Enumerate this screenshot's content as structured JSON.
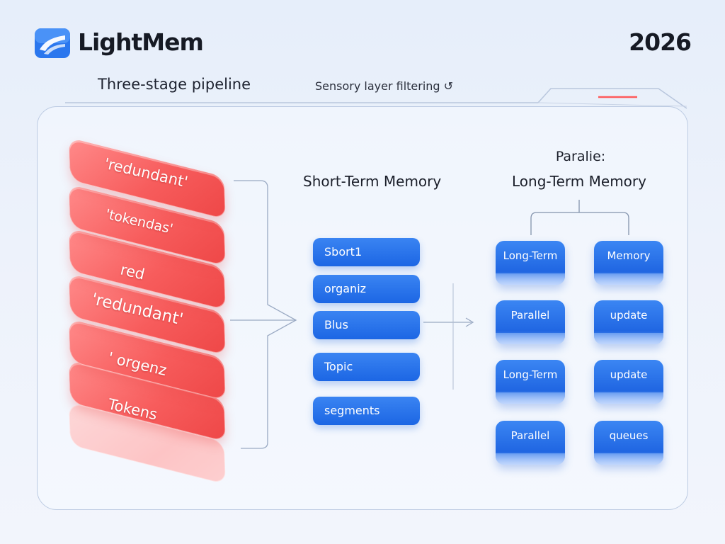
{
  "header": {
    "brand": "LightMem",
    "year": "2026",
    "logo_icon": "lightmem-logo-icon",
    "subtitle": "Three-stage pipeline",
    "stage_note": "Sensory layer filtering ↺"
  },
  "colors": {
    "token_red": "#f75c5c",
    "memory_blue": "#1f6ae6",
    "panel_border": "#bccbe2",
    "accent_line": "#ff5a5a"
  },
  "sensory": {
    "tokens": [
      "'redundant'",
      "'tokendas'",
      "red",
      "'redundant'",
      "' orgenz",
      "Tokens"
    ]
  },
  "short_term": {
    "title": "Short-Term Memory",
    "items": [
      "Sbort1",
      "organiz",
      "Blus",
      "Topic",
      "segments"
    ]
  },
  "long_term": {
    "title_top": "Paralie:",
    "title": "Long-Term Memory",
    "tiles": [
      "Long-Term",
      "Memory",
      "Parallel",
      "update",
      "Long-Term",
      "update",
      "Parallel",
      "queues"
    ]
  }
}
